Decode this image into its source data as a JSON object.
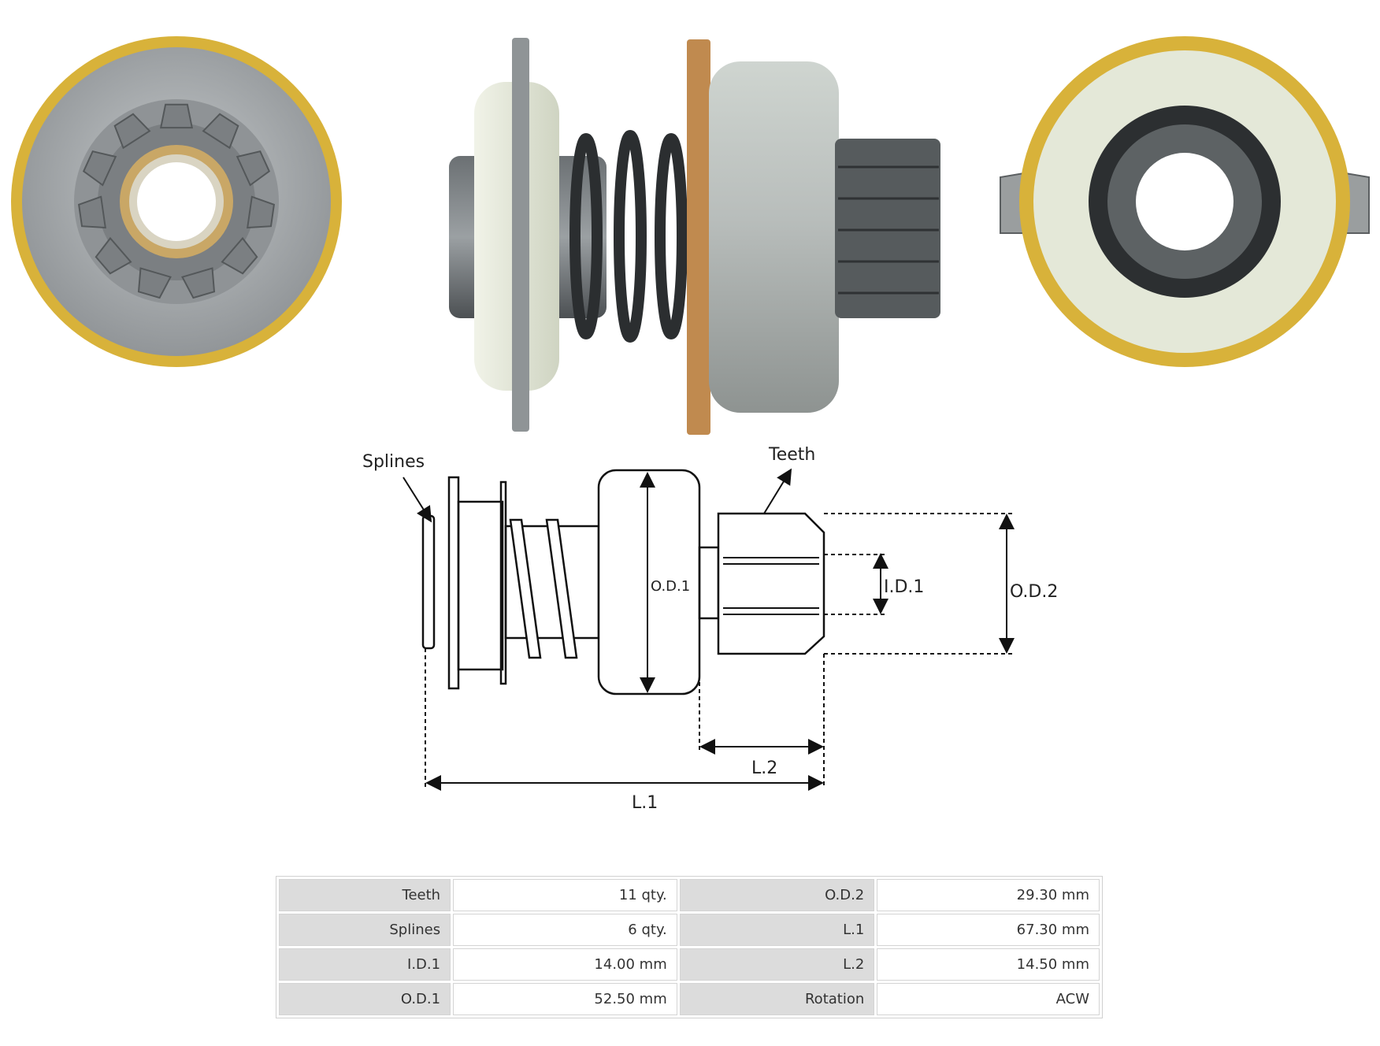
{
  "diagram": {
    "labels": {
      "splines": "Splines",
      "teeth": "Teeth",
      "od1": "O.D.1",
      "id1": "I.D.1",
      "od2": "O.D.2",
      "l1": "L.1",
      "l2": "L.2"
    }
  },
  "specs": {
    "rows": [
      {
        "k1": "Teeth",
        "v1": "11 qty.",
        "k2": "O.D.2",
        "v2": "29.30 mm"
      },
      {
        "k1": "Splines",
        "v1": "6 qty.",
        "k2": "L.1",
        "v2": "67.30 mm"
      },
      {
        "k1": "I.D.1",
        "v1": "14.00 mm",
        "k2": "L.2",
        "v2": "14.50 mm"
      },
      {
        "k1": "O.D.1",
        "v1": "52.50 mm",
        "k2": "Rotation",
        "v2": "ACW"
      }
    ]
  },
  "colors": {
    "brass_ring": "#d8b23a",
    "steel": "#a7acaf",
    "cream_plastic": "#e4e8d8",
    "dark_steel": "#4a4e50",
    "label_cell": "#dcdcdc"
  }
}
